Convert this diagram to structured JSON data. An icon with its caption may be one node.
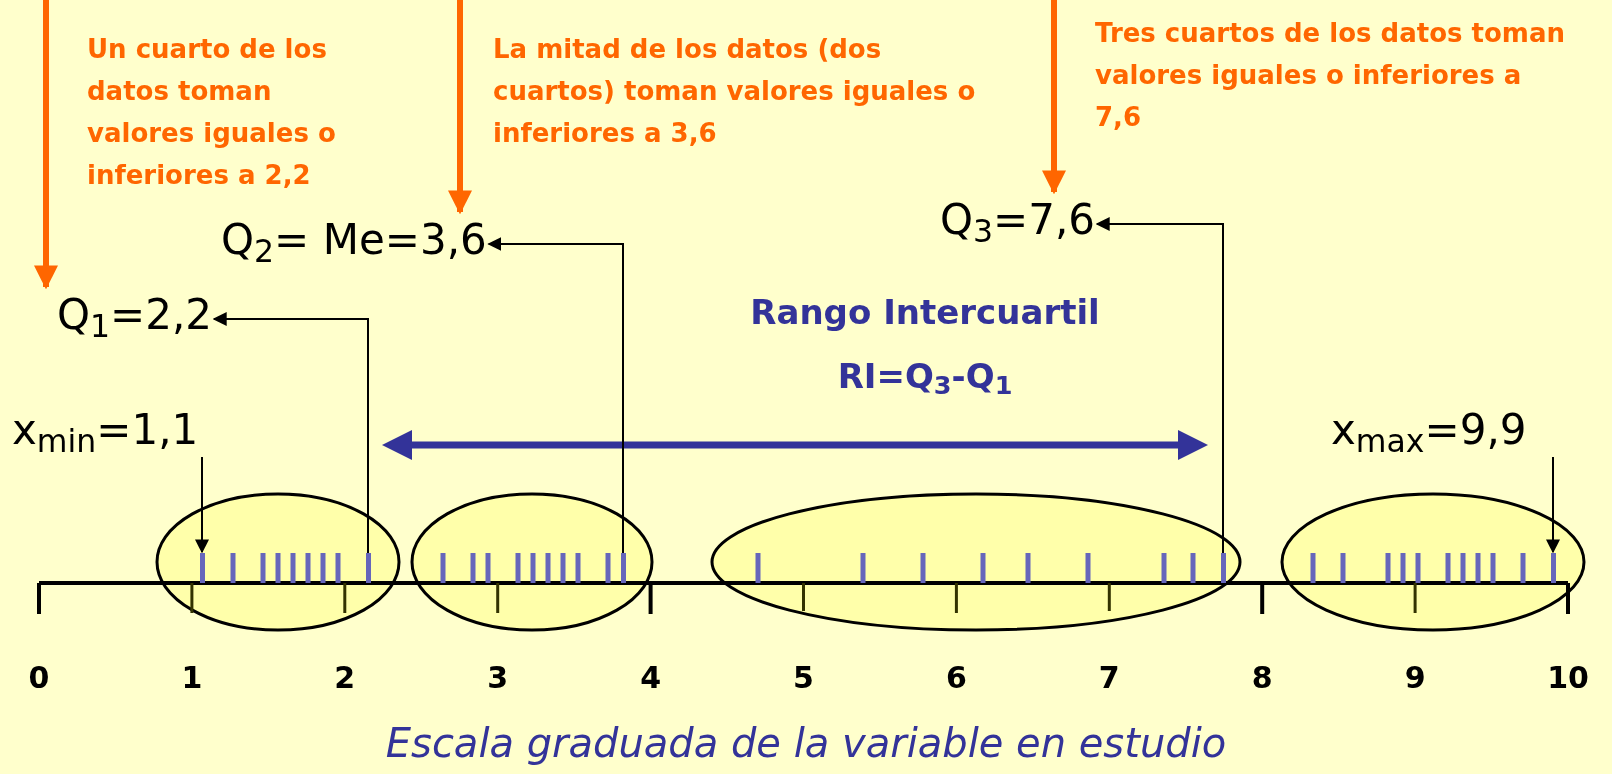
{
  "diagram": {
    "caption": "Escala graduada de la variable en estudio",
    "nodes": [
      {
        "text": [
          "Un cuarto de los datos toman valores iguales o inferiores a 2,2"
        ]
      },
      {
        "text": [
          "La mitad de los datos (dos cuartos) toman valores iguales o inferiores a 3,6"
        ]
      },
      {
        "text": [
          "Tres cuartos de los datos toman valores iguales o inferiores a 7,6"
        ]
      },
      {
        "text": [
          "Q$_{1}$=2,2"
        ]
      },
      {
        "text": [
          "Q$_{2}$= Me=3,6"
        ]
      },
      {
        "text": [
          "Q$_{3}$=7,6"
        ]
      },
      {
        "text": [
          "x$_{min}$=1,1"
        ]
      },
      {
        "text": [
          "x$_{max}$=9,9"
        ]
      },
      {
        "text": [],
        "shape": "bar"
      },
      {
        "text": [],
        "shape": "bar"
      },
      {
        "text": [],
        "shape": "bar"
      },
      {
        "text": [],
        "shape": "bar"
      },
      {
        "text": [],
        "shape": "bar"
      }
    ],
    "edges": [
      {
        "from": null,
        "to": 3,
        "arrow": "to",
        "style": "thick",
        "color": "#ff6600"
      },
      {
        "from": null,
        "to": 4,
        "arrow": "to",
        "style": "thick",
        "color": "#ff6600"
      },
      {
        "from": null,
        "to": 5,
        "arrow": "to",
        "style": "thick",
        "color": "#ff6600"
      },
      {
        "from": 9,
        "to": 3,
        "arrow": "to"
      },
      {
        "from": 10,
        "to": 4,
        "arrow": "to"
      },
      {
        "from": 11,
        "to": 5,
        "arrow": "to"
      },
      {
        "from": 6,
        "to": 8,
        "arrow": "to"
      },
      {
        "from": 7,
        "to": 12,
        "arrow": "to"
      }
    ],
    "labels": [
      "Rango Intercuartil",
      "RI=Q$_{3}$-Q$_{1}$",
      "0",
      "1",
      "2",
      "3",
      "4",
      "5",
      "6",
      "7",
      "8",
      "9",
      "10"
    ]
  }
}
